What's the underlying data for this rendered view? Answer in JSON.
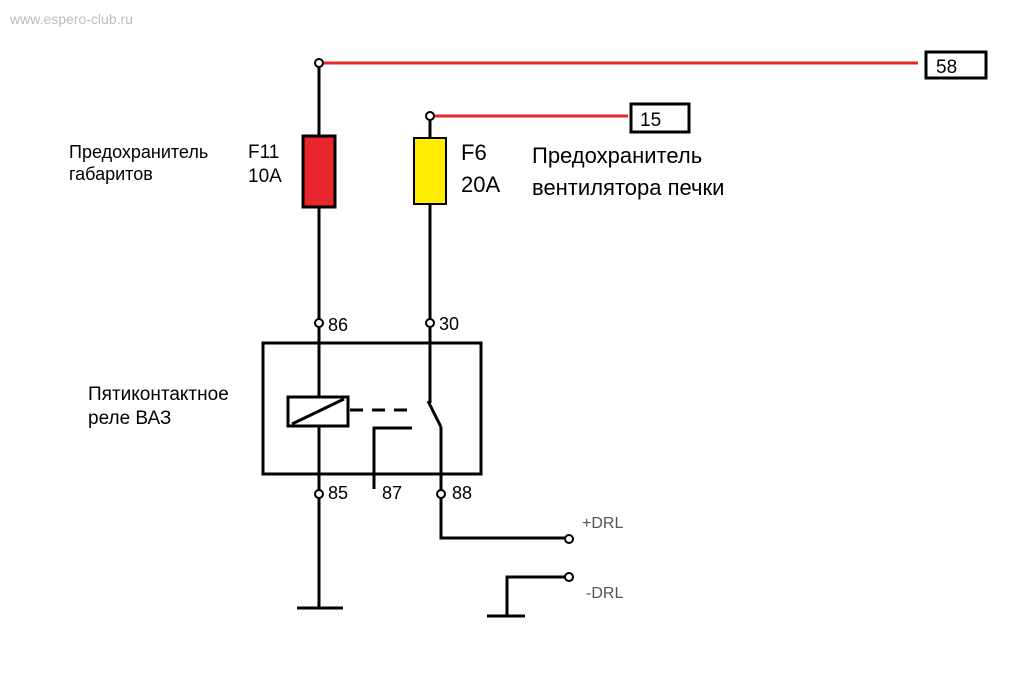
{
  "watermark": "www.espero-club.ru",
  "bus_labels": {
    "b58": "58",
    "b15": "15"
  },
  "fuses": {
    "f11": {
      "desc_line1": "Предохранитель",
      "desc_line2": "габаритов",
      "id": "F11",
      "rating": "10A",
      "color": "#e8262c"
    },
    "f6": {
      "desc_line1": "Предохранитель",
      "desc_line2": "вентилятора печки",
      "id": "F6",
      "rating": "20A",
      "color": "#ffec00"
    }
  },
  "relay": {
    "desc_line1": "Пятиконтактное",
    "desc_line2": "реле ВАЗ",
    "pins": {
      "p86": "86",
      "p30": "30",
      "p85": "85",
      "p87": "87",
      "p88": "88"
    }
  },
  "outputs": {
    "plus": "+DRL",
    "minus": "-DRL"
  },
  "colors": {
    "wire": "#000000",
    "feed_58": "#e8262c",
    "feed_15": "#e8262c"
  }
}
